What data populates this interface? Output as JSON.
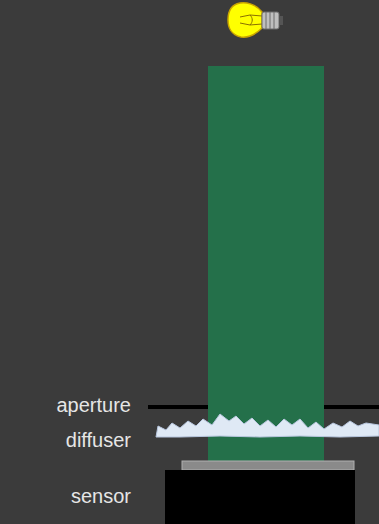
{
  "diagram": {
    "labels": [
      "aperture",
      "diffuser",
      "sensor"
    ]
  }
}
